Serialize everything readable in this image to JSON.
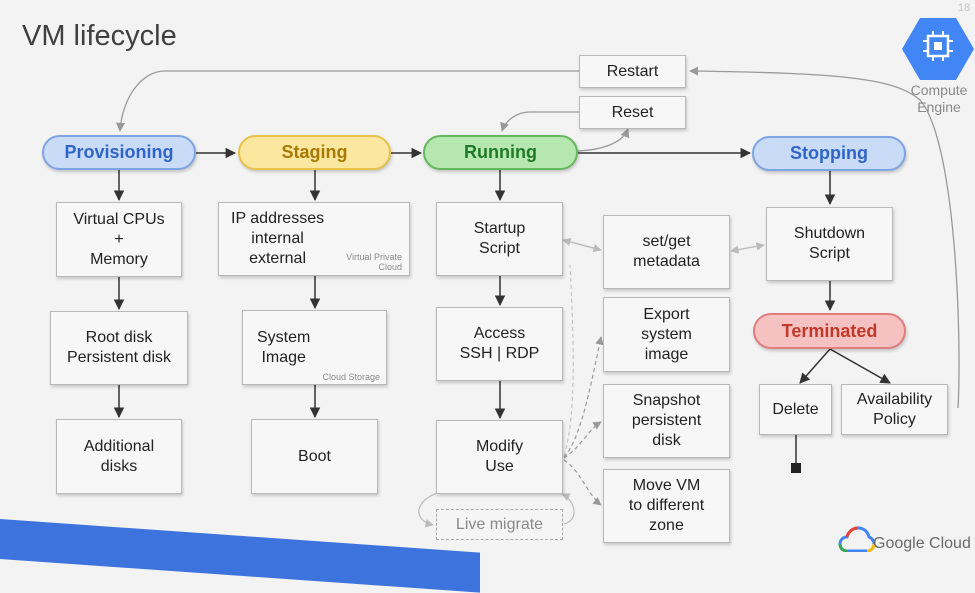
{
  "slide": {
    "title": "VM lifecycle",
    "slide_number": "18"
  },
  "brand": {
    "compute_engine_label": "Compute\nEngine",
    "google_cloud_label": "Google Cloud"
  },
  "states": {
    "provisioning": "Provisioning",
    "staging": "Staging",
    "running": "Running",
    "stopping": "Stopping",
    "terminated": "Terminated"
  },
  "transitions": {
    "restart": "Restart",
    "reset": "Reset"
  },
  "provisioning_steps": [
    "Virtual CPUs\n+\nMemory",
    "Root disk\nPersistent disk",
    "Additional\ndisks"
  ],
  "staging_steps": {
    "ip": "IP addresses\ninternal\nexternal",
    "vpc_caption": "Virtual Private\nCloud",
    "image": "System\nImage",
    "storage_caption": "Cloud Storage",
    "boot": "Boot"
  },
  "running_steps": [
    "Startup\nScript",
    "Access\nSSH | RDP",
    "Modify\nUse"
  ],
  "live_migrate": "Live migrate",
  "metadata": "set/get\nmetadata",
  "modify_options": [
    "Export\nsystem\nimage",
    "Snapshot\npersistent\ndisk",
    "Move VM\nto different\nzone"
  ],
  "stopping_steps": {
    "shutdown": "Shutdown\nScript"
  },
  "terminated_options": {
    "delete": "Delete",
    "availability": "Availability\nPolicy"
  },
  "colors": {
    "provisioning": "#c9dbf6",
    "staging": "#fbe7a0",
    "running": "#b7e7b1",
    "stopping": "#c9dbf6",
    "terminated": "#f5c1c1",
    "gcp_blue": "#4285f4",
    "band_blue": "#3d73dc"
  },
  "icons": [
    "compute-engine-icon",
    "virtual-private-cloud-icon",
    "cloud-storage-icon",
    "google-cloud-logo"
  ]
}
